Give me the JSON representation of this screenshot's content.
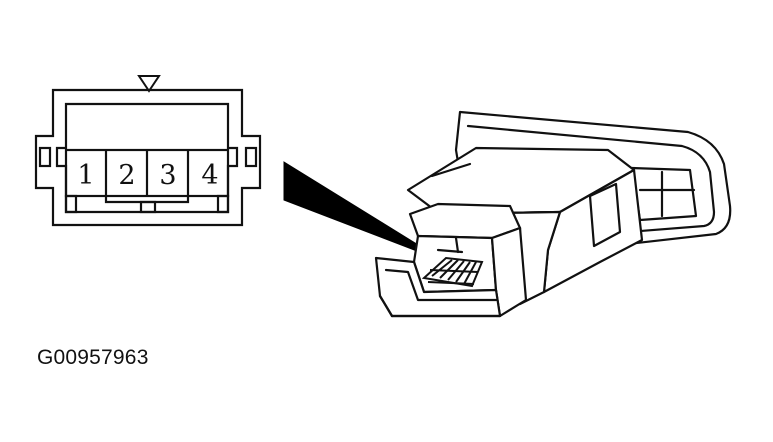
{
  "connector_face": {
    "pins": [
      "1",
      "2",
      "3",
      "4"
    ]
  },
  "figure_id": "G00957963"
}
